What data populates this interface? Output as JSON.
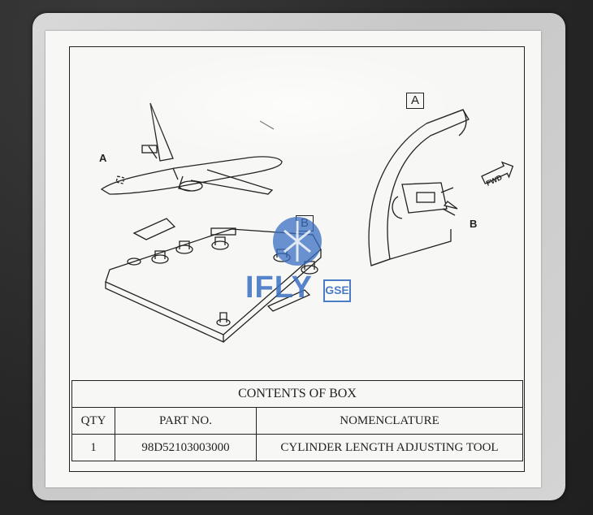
{
  "drawing": {
    "callout_a_top": "A",
    "callout_b_box": "B",
    "label_a": "A",
    "label_b": "B",
    "fwd_label": "FWD"
  },
  "watermark": {
    "brand": "IFLY",
    "suffix": "GSE"
  },
  "table": {
    "title": "CONTENTS OF BOX",
    "headers": [
      "QTY",
      "PART NO.",
      "NOMENCLATURE"
    ],
    "rows": [
      {
        "qty": "1",
        "part_no": "98D52103003000",
        "nomenclature": "CYLINDER LENGTH ADJUSTING TOOL"
      }
    ]
  }
}
